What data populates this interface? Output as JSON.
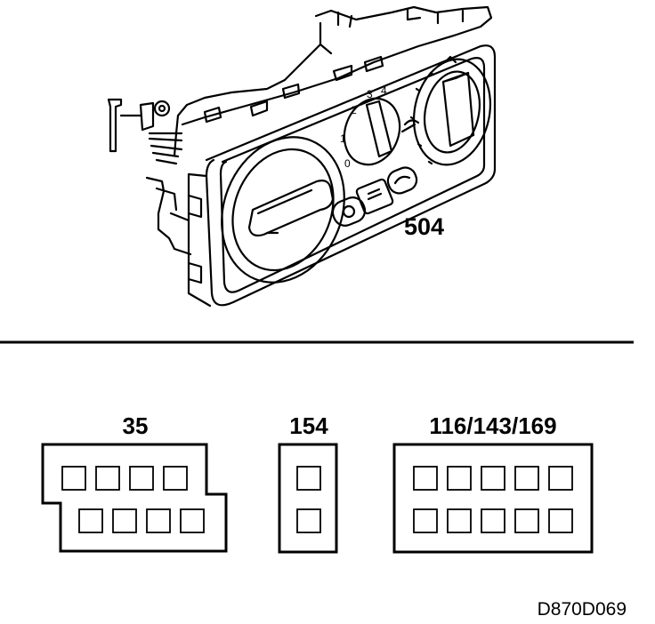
{
  "unit_label": "504",
  "dial_numbers": [
    "0",
    "1",
    "2",
    "3",
    "4"
  ],
  "connectors": [
    {
      "label": "35"
    },
    {
      "label": "154"
    },
    {
      "label": "116/143/169"
    }
  ],
  "drawing_ref": "D870D069",
  "colors": {
    "ink": "#000000",
    "paper": "#ffffff"
  }
}
